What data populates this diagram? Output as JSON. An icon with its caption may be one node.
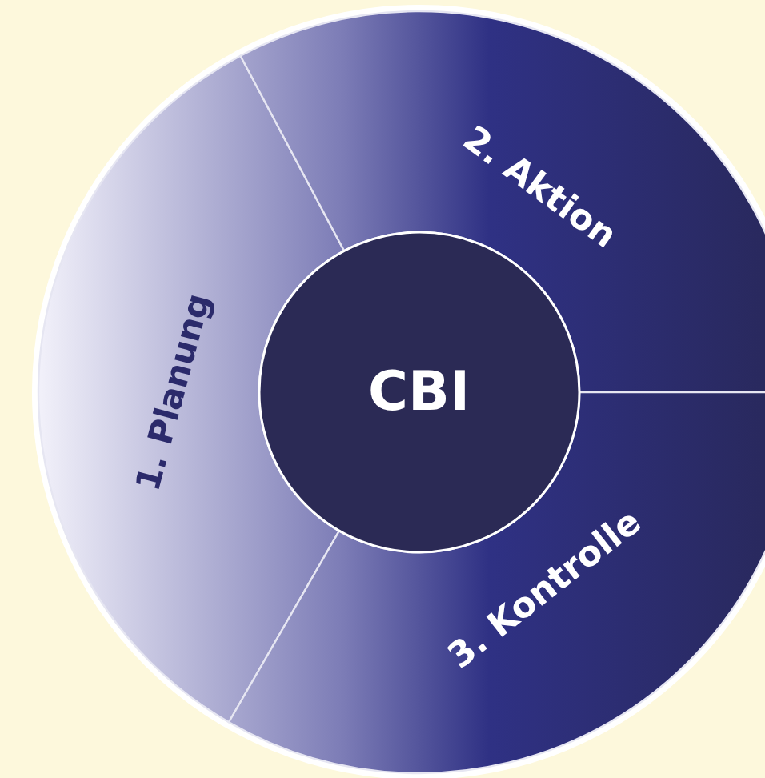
{
  "diagram": {
    "nodes": [
      {
        "text": [
          "CBI"
        ]
      },
      {
        "text": [
          "1. Planung"
        ]
      },
      {
        "text": [
          "2. Aktion"
        ]
      },
      {
        "text": [
          "3. Kontrolle"
        ]
      }
    ]
  }
}
